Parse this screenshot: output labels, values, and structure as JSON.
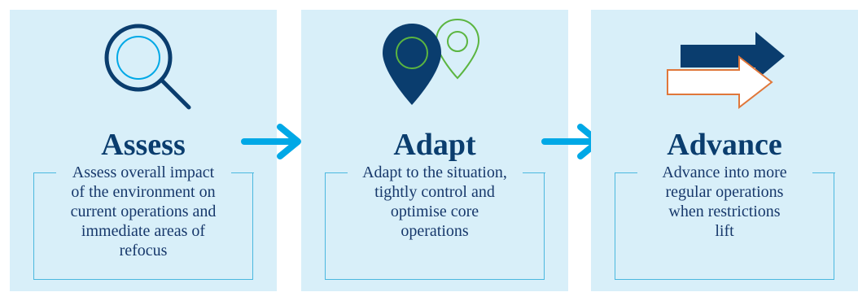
{
  "stages": [
    {
      "title": "Assess",
      "icon": "magnifier-icon",
      "description_lines": [
        "Assess overall impact",
        "of the environment on",
        "current operations and",
        "immediate areas of",
        "refocus"
      ]
    },
    {
      "title": "Adapt",
      "icon": "map-pin-icon",
      "description_lines": [
        "Adapt to the situation,",
        "tightly control and",
        "optimise core",
        "operations"
      ]
    },
    {
      "title": "Advance",
      "icon": "forward-arrows-icon",
      "description_lines": [
        "Advance into more",
        "regular operations",
        "when restrictions",
        "lift"
      ]
    }
  ],
  "colors": {
    "panel_bg": "#d8eff9",
    "navy": "#0a3d6e",
    "cyan": "#00a8e6",
    "green": "#5bb540",
    "orange": "#e0773a",
    "box_border": "#4bb8df"
  }
}
